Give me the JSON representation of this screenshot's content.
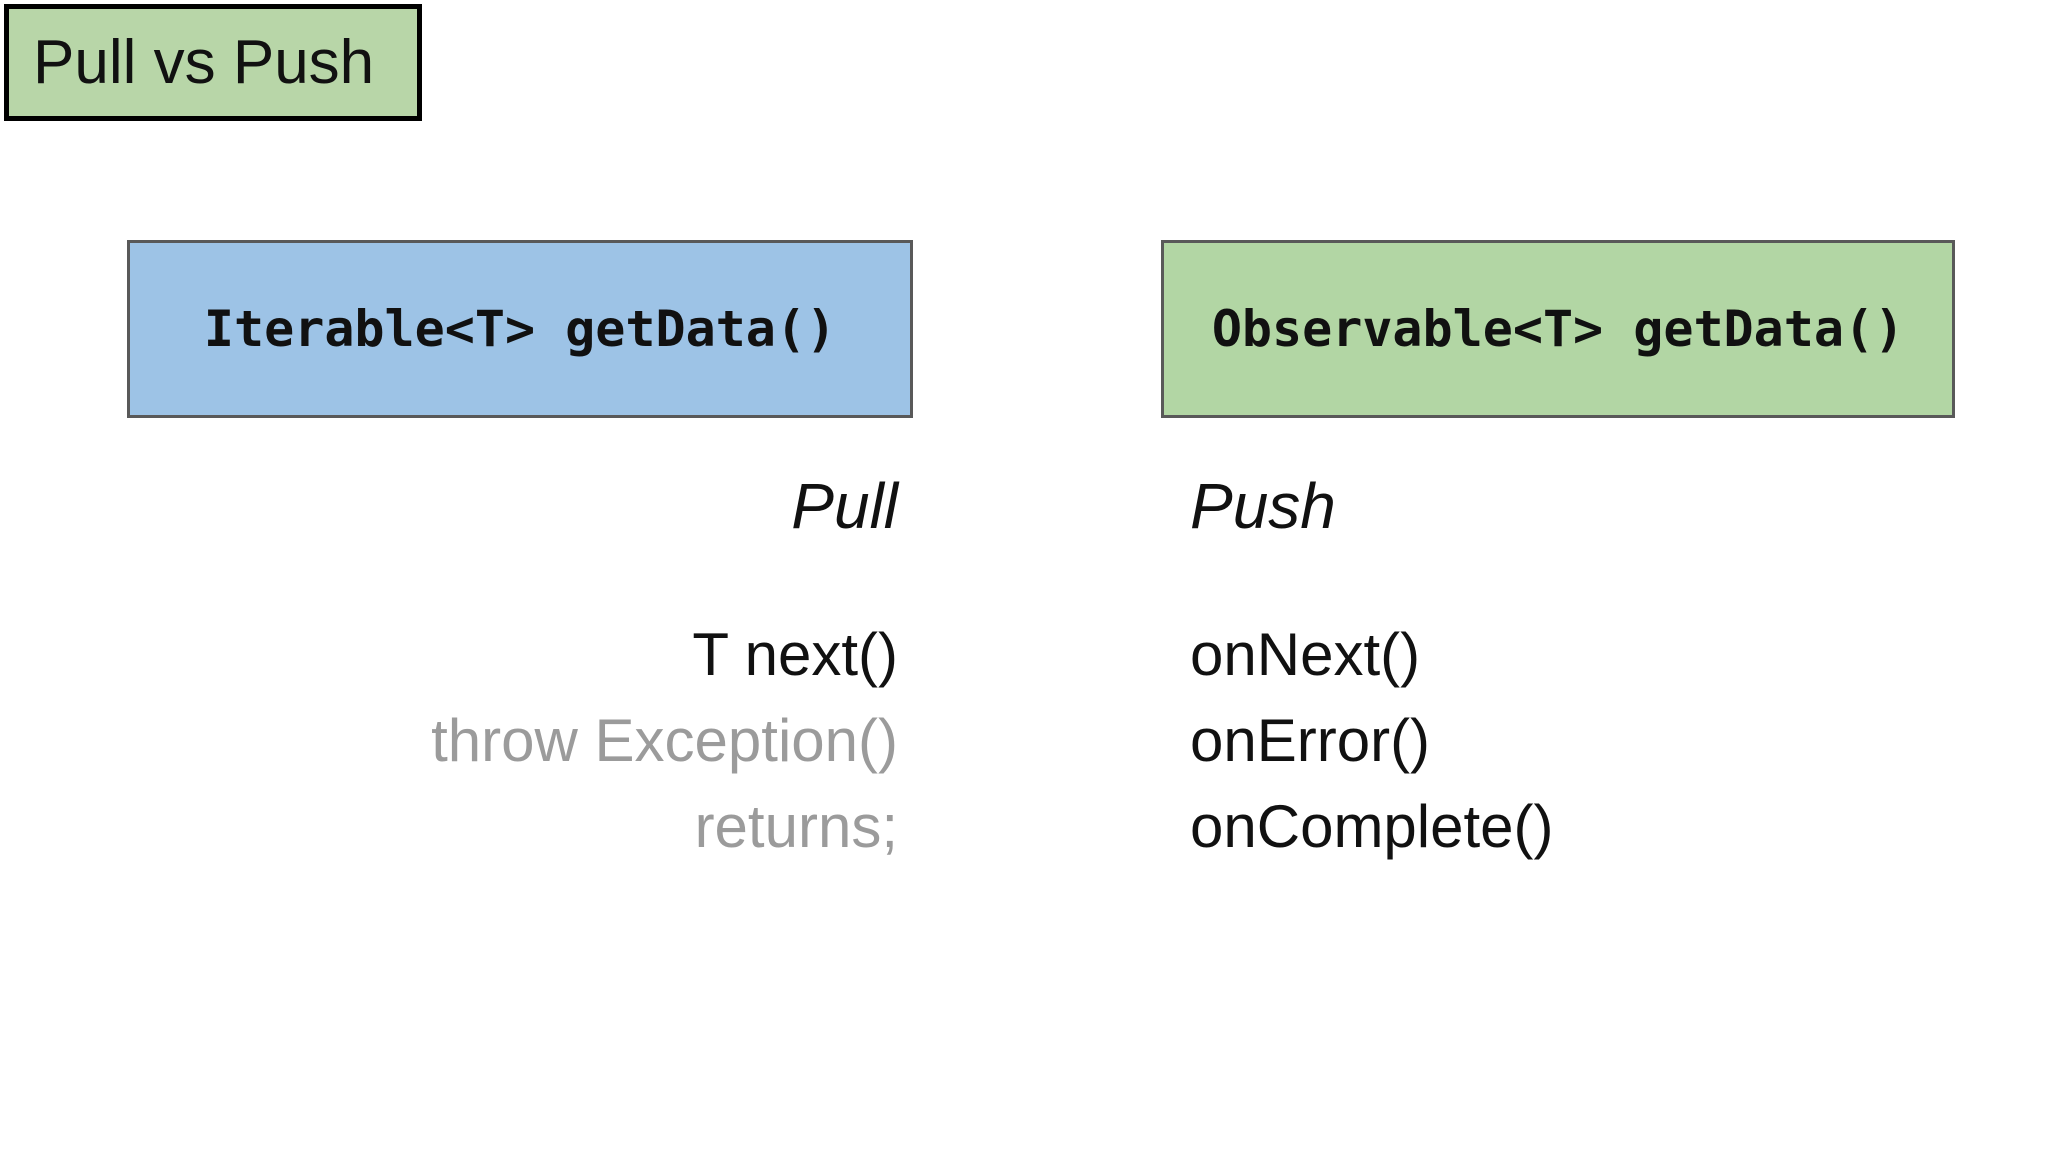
{
  "slide": {
    "title": "Pull vs Push",
    "colors": {
      "slide_bg": "#ffffff",
      "title_bg": "#b8d6a8",
      "title_border": "#000000",
      "blue_box_bg": "#9dc3e6",
      "green_box_bg": "#b2d6a4",
      "box_border": "#595959",
      "text": "#111111",
      "muted_text": "#9b9b9b"
    },
    "pull": {
      "header": "Iterable<T> getData()",
      "label": "Pull",
      "methods": [
        {
          "text": "T next()",
          "muted": false
        },
        {
          "text": "throw Exception()",
          "muted": true
        },
        {
          "text": "returns;",
          "muted": true
        }
      ]
    },
    "push": {
      "header": "Observable<T> getData()",
      "label": "Push",
      "methods": [
        {
          "text": "onNext()",
          "muted": false
        },
        {
          "text": "onError()",
          "muted": false
        },
        {
          "text": "onComplete()",
          "muted": false
        }
      ]
    }
  }
}
